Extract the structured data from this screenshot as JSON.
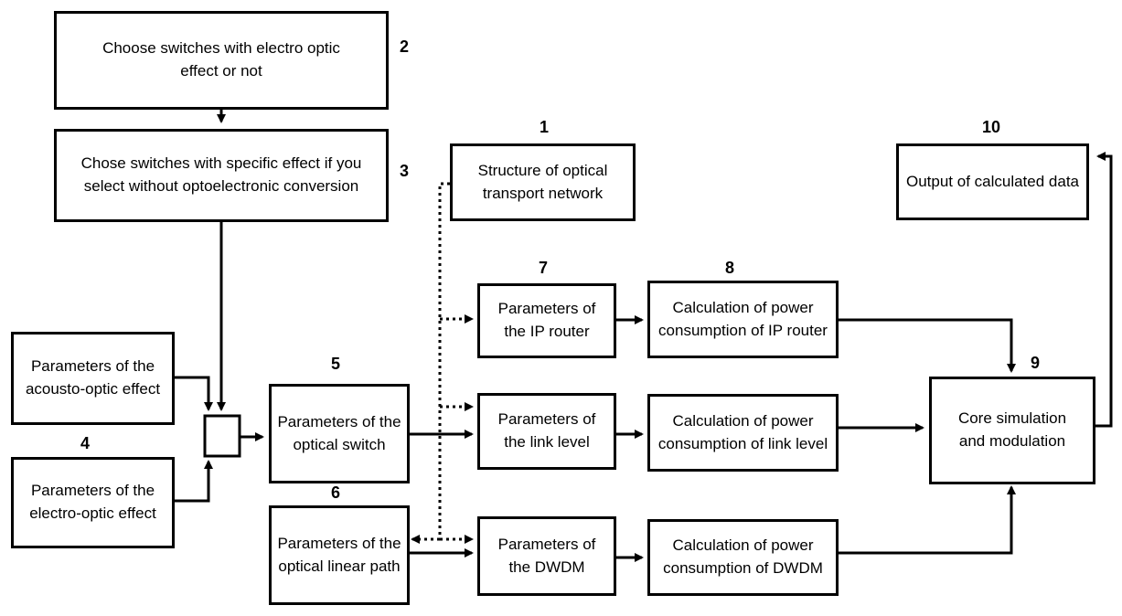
{
  "nodes": {
    "n1": {
      "label": "Structure of optical transport network",
      "number": "1"
    },
    "n2": {
      "label": "Choose switches with electro optic effect or not",
      "number": "2"
    },
    "n3": {
      "label": "Chose switches with specific effect if you select without optoelectronic conversion",
      "number": "3"
    },
    "n4a": {
      "label": "Parameters of the acousto-optic effect",
      "number": "4"
    },
    "n4b": {
      "label": "Parameters of the electro-optic effect"
    },
    "n5": {
      "label": "Parameters of the optical switch",
      "number": "5"
    },
    "n6": {
      "label": "Parameters of the optical linear path",
      "number": "6"
    },
    "n7a": {
      "label": "Parameters of the IP router",
      "number": "7"
    },
    "n7b": {
      "label": "Parameters of the link level"
    },
    "n7c": {
      "label": "Parameters of the DWDM"
    },
    "n8a": {
      "label": "Calculation of power consumption of IP router",
      "number": "8"
    },
    "n8b": {
      "label": "Calculation of power consumption of link level"
    },
    "n8c": {
      "label": "Calculation of power consumption of DWDM"
    },
    "n9": {
      "label": "Core simulation and modulation",
      "number": "9"
    },
    "n10": {
      "label": "Output of calculated data",
      "number": "10"
    }
  },
  "colors": {
    "stroke": "#000000",
    "background": "#ffffff"
  }
}
